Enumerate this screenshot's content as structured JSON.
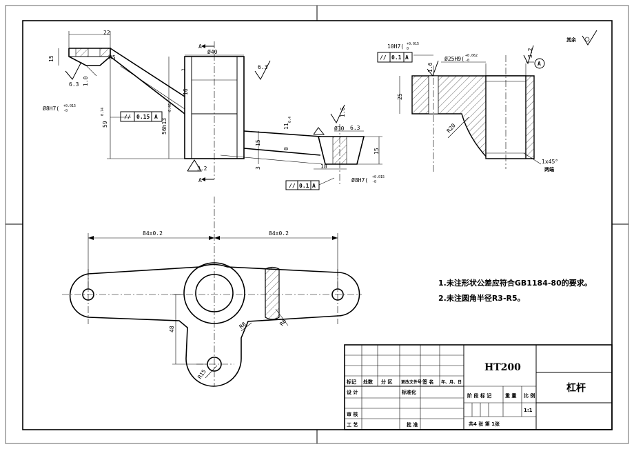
{
  "drawing": {
    "part_name": "杠杆",
    "material": "HT200",
    "surface_roughness_rest": "其余",
    "scale": "1:1",
    "sheet_info": "共4 张 第 1张"
  },
  "notes": [
    "1.未注形状公差应符合GB1184-80的要求。",
    "2.未注圆角半径R3-R5。"
  ],
  "title_block": {
    "row_headers": [
      "标记",
      "处数",
      "分 区",
      "更改文件号",
      "签 名",
      "年、月、日"
    ],
    "design": "设 计",
    "standardize": "标准化",
    "review": "审 核",
    "process": "工 艺",
    "approve": "批 准",
    "stage_mark": "阶 段 标 记",
    "weight": "重 量",
    "scale_label": "比 例"
  },
  "dimensions": {
    "d22": "22",
    "r5": "R5",
    "d15a": "15",
    "d10a": "1.0",
    "ra63a": "6.3",
    "phi8h7_left": "Ø8H7(",
    "tol_plus_015": "+0.015",
    "tol_zero": "-0",
    "d59": "59",
    "tol_074": "0.74",
    "d56": "56h13",
    "tol_046": "-0.46",
    "d16a": "16",
    "phi40": "Ø40",
    "ra63b": "6.3",
    "d3a": "3",
    "ra32": "3.2",
    "sec_a": "A",
    "d11": "11",
    "tol_04": "0.4",
    "d15b": "15",
    "d0": "0",
    "d3b": "3",
    "d18": "18",
    "phi30": "Ø30",
    "ra63c": "6.3",
    "ra16a": "1.6",
    "d15c": "15",
    "phi8h7_right": "Ø8H7(",
    "tol_015b": "+0.015",
    "d10h7": "10H7(",
    "tol_015c": "+0.015",
    "tol_zero_c": "0",
    "phi25h9": "Ø25H9(",
    "tol_062": "+0.062",
    "tol_zero_d": "-0",
    "d25": "25",
    "ra16b": "1.6",
    "ra32b": "3.2",
    "r20": "R20",
    "chamfer": "1x45°",
    "chamfer_note": "两端",
    "datum_a": "A",
    "d84l": "84±0.2",
    "d84r": "84±0.2",
    "d48": "48",
    "r15": "R15",
    "r8a": "R8",
    "r8b": "R8"
  },
  "tolerance_frames": [
    {
      "symbol": "//",
      "value": "0.15",
      "datum": "A"
    },
    {
      "symbol": "//",
      "value": "0.1",
      "datum": "A"
    },
    {
      "symbol": "//",
      "value": "0.1",
      "datum": "A"
    }
  ]
}
